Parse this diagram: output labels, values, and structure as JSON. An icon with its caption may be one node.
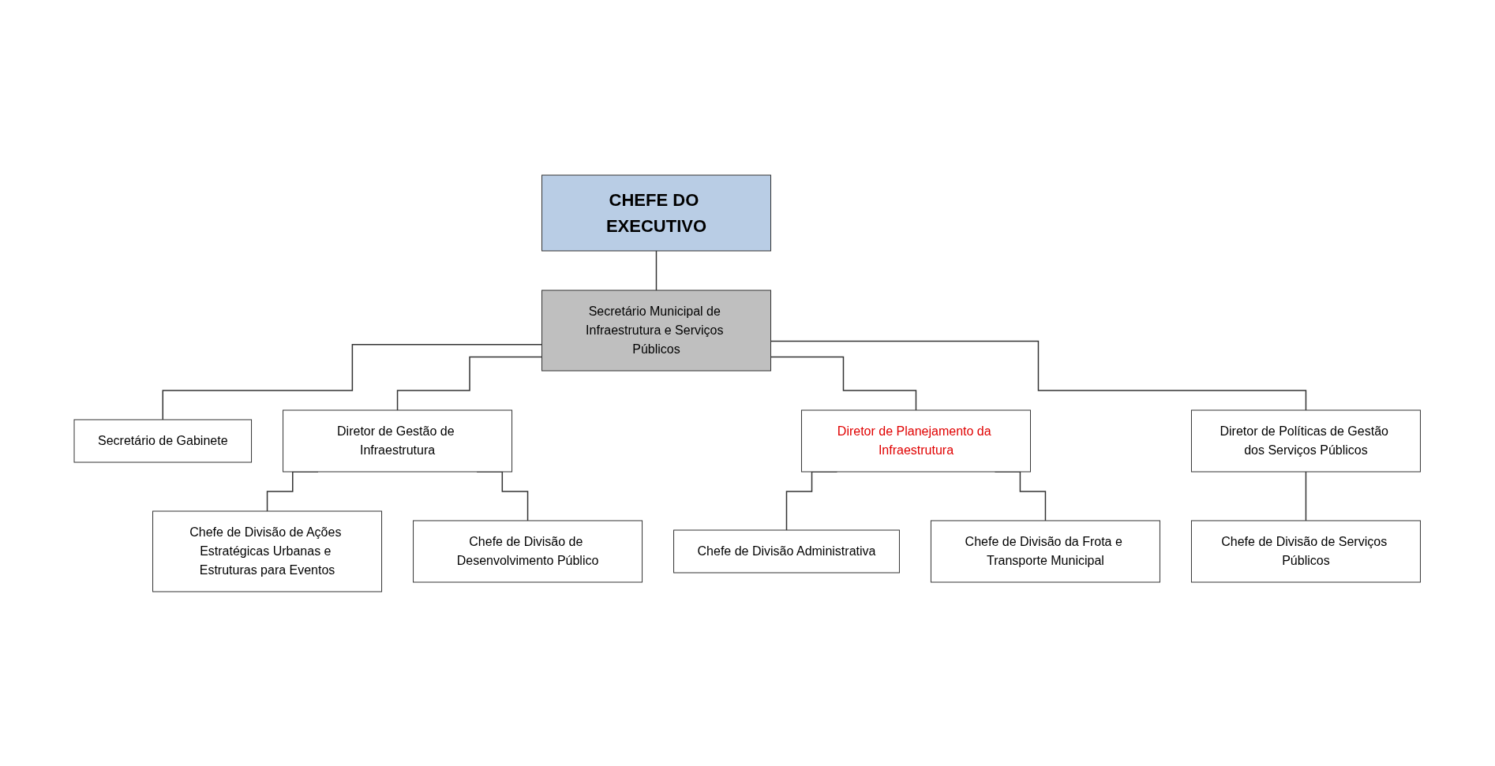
{
  "diagram": {
    "nodes": [
      {
        "text": [
          "CHEFE DO EXECUTIVO"
        ]
      },
      {
        "text": [
          "Secretário Municipal de Infraestrutura e Serviços Públicos"
        ]
      },
      {
        "text": [
          "Secretário de Gabinete"
        ]
      },
      {
        "text": [
          "Diretor de Gestão de Infraestrutura"
        ]
      },
      {
        "text": [
          "Chefe de Divisão de Ações Estratégicas Urbanas e Estruturas para Eventos"
        ]
      },
      {
        "text": [
          "Chefe de Divisão de Desenvolvimento Público"
        ]
      },
      {
        "text": [
          "Diretor de Planejamento da Infraestrutura"
        ]
      },
      {
        "text": [
          "Chefe de Divisão Administrativa"
        ]
      },
      {
        "text": [
          "Chefe de Divisão da Frota e Transporte Municipal"
        ]
      },
      {
        "text": [
          "Diretor de Políticas de Gestão dos Serviços Públicos"
        ]
      },
      {
        "text": [
          "Chefe de Divisão de Serviços Públicos"
        ]
      }
    ],
    "edges": [
      {
        "from": 0,
        "to": 1,
        "arrow": "none"
      },
      {
        "from": 1,
        "to": 2,
        "arrow": "none"
      },
      {
        "from": 1,
        "to": 3,
        "arrow": "none"
      },
      {
        "from": 1,
        "to": 6,
        "arrow": "none"
      },
      {
        "from": 1,
        "to": 9,
        "arrow": "none"
      },
      {
        "from": 3,
        "to": 4,
        "arrow": "none"
      },
      {
        "from": 3,
        "to": 5,
        "arrow": "none"
      },
      {
        "from": 6,
        "to": 7,
        "arrow": "none"
      },
      {
        "from": 6,
        "to": 8,
        "arrow": "none"
      },
      {
        "from": 9,
        "to": 10,
        "arrow": "none"
      }
    ]
  }
}
